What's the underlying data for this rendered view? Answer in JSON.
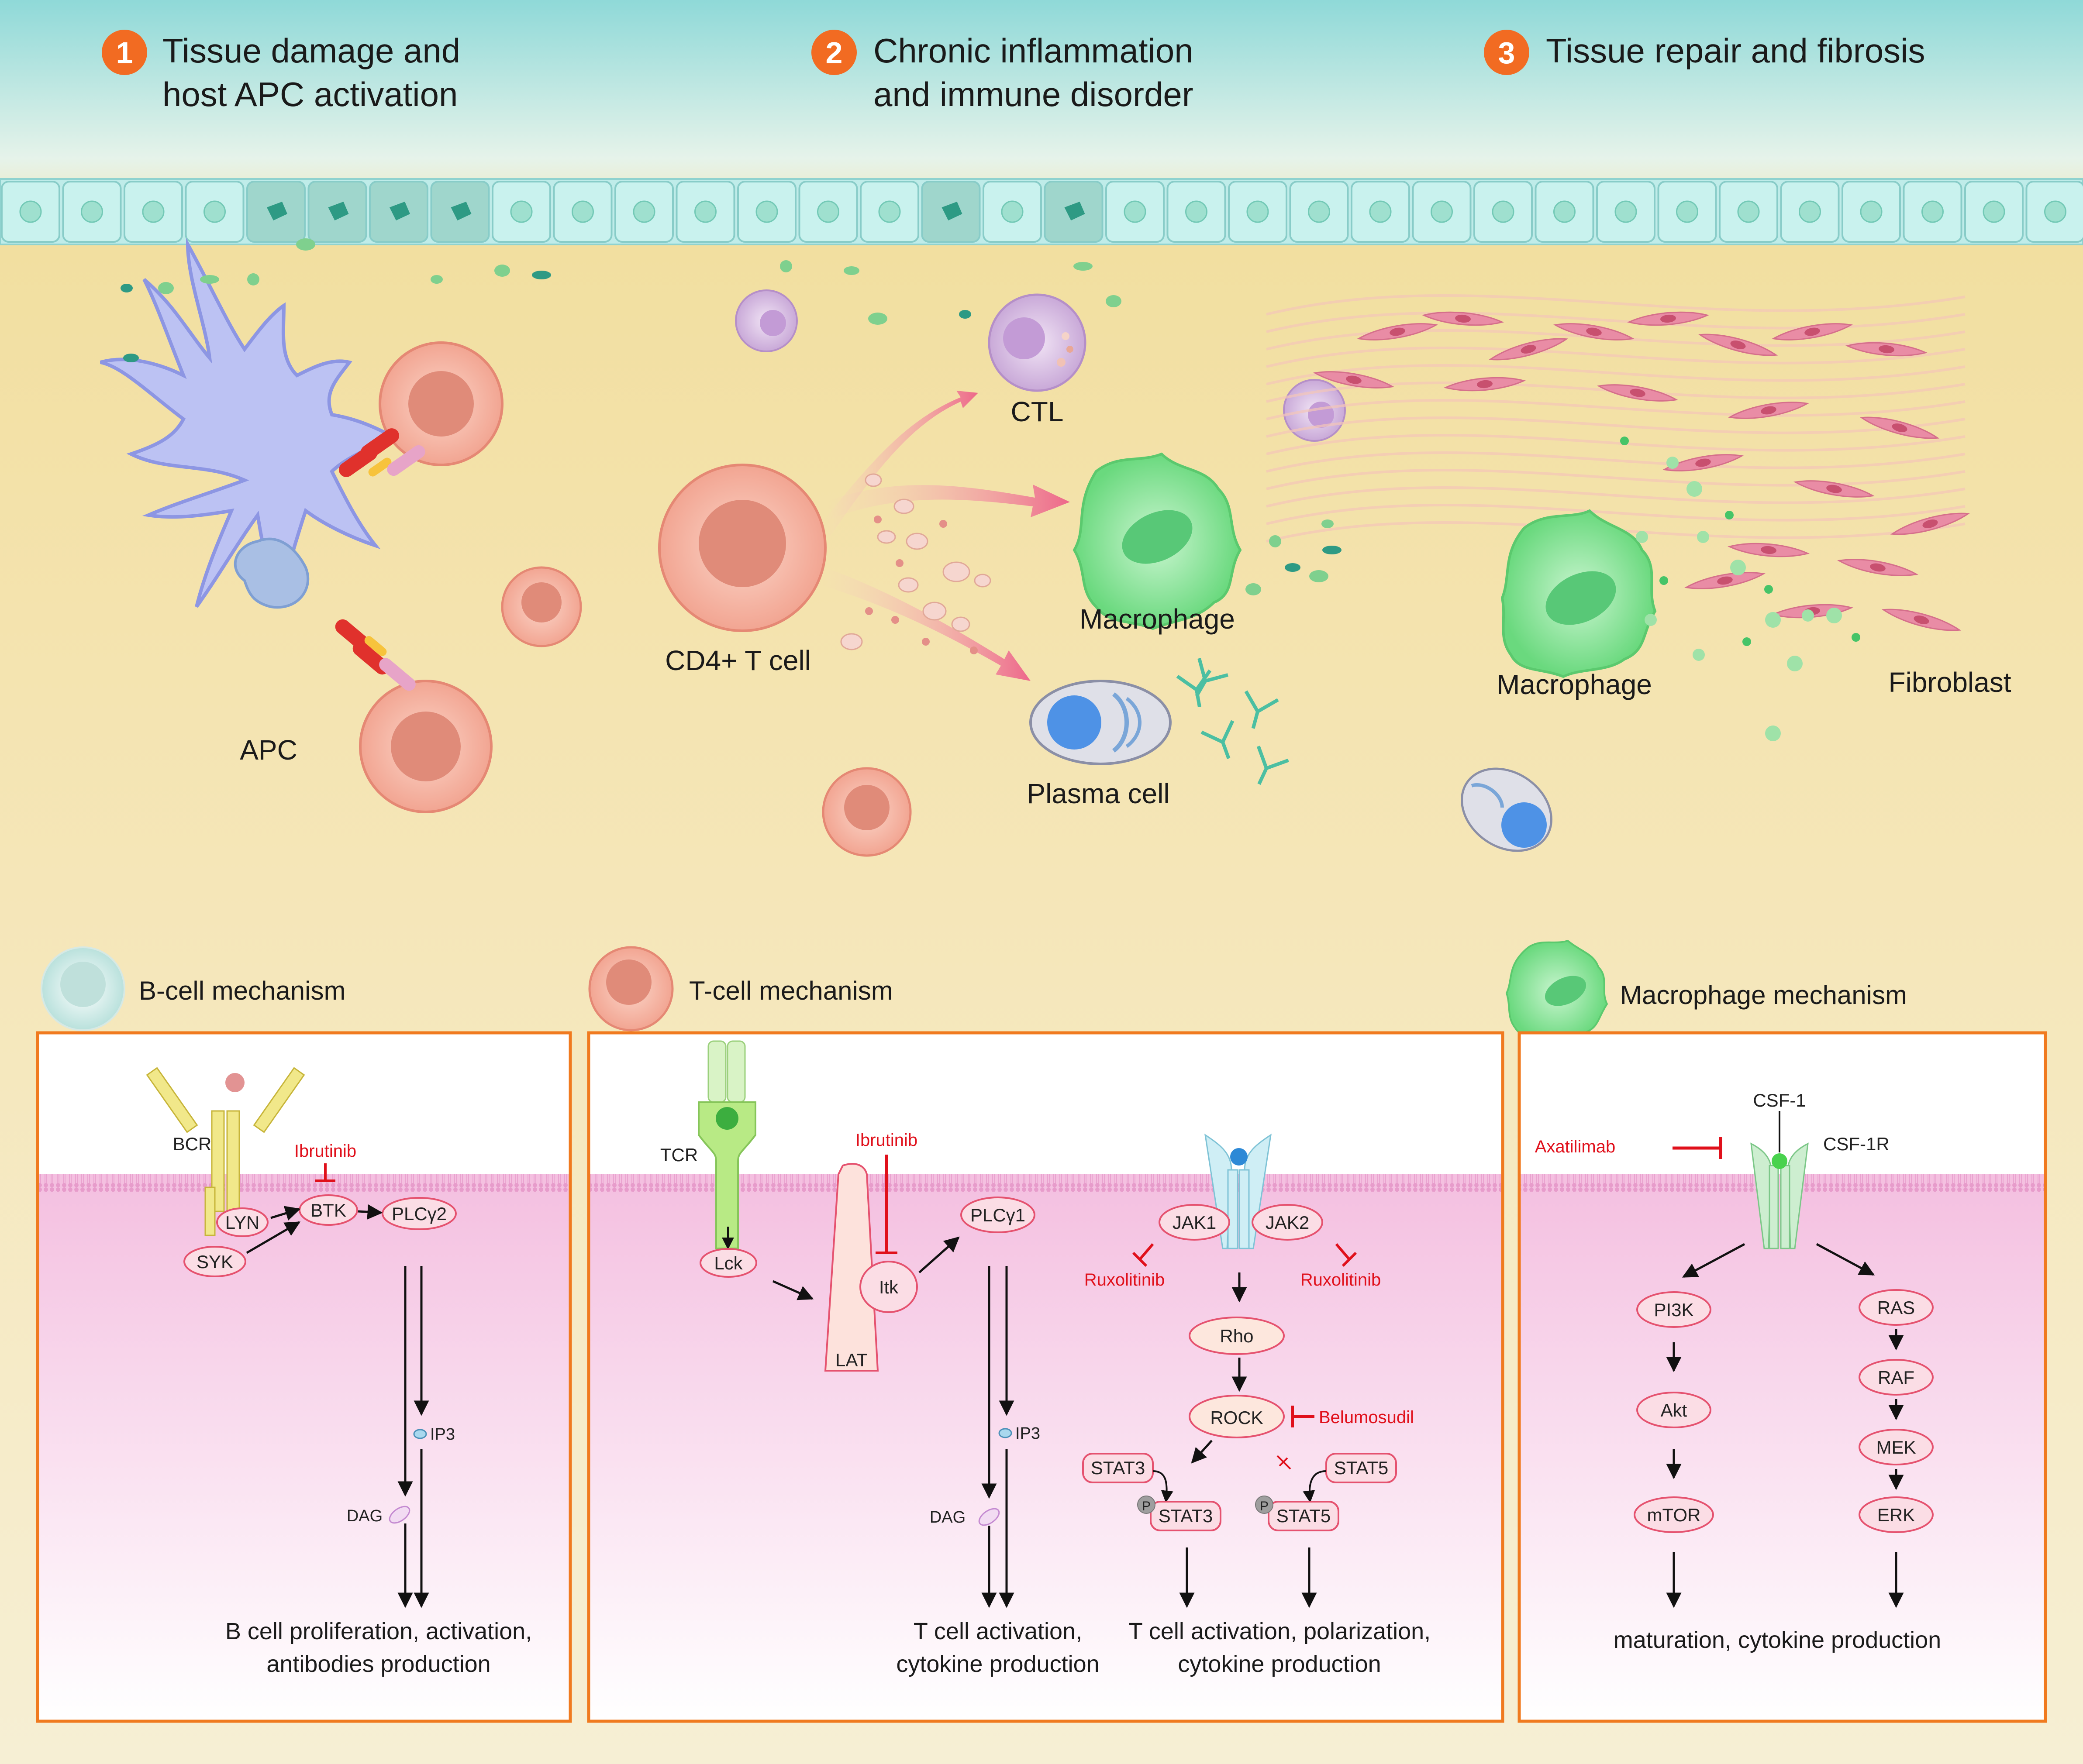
{
  "colors": {
    "accent_orange": "#f26b22",
    "panel_border": "#f07a1f",
    "inhibitor_red": "#e0101b",
    "background_top": "#aee3e1",
    "background_tissue": "#f3e2ad",
    "background_bottom": "#f5edd0"
  },
  "steps": [
    {
      "number": "1",
      "line1": "Tissue damage and",
      "line2": "host APC activation"
    },
    {
      "number": "2",
      "line1": "Chronic inflammation",
      "line2": "and immune disorder"
    },
    {
      "number": "3",
      "line1": "Tissue repair and fibrosis",
      "line2": ""
    }
  ],
  "cells": {
    "apc": "APC",
    "cd4": "CD4+ T cell",
    "ctl": "CTL",
    "macrophage_mid": "Macrophage",
    "plasma": "Plasma cell",
    "macrophage_right": "Macrophage",
    "fibroblast": "Fibroblast"
  },
  "b_mech": {
    "title": "B-cell mechanism",
    "bcr": "BCR",
    "drug": "Ibrutinib",
    "lyn": "LYN",
    "syk": "SYK",
    "btk": "BTK",
    "plcg2": "PLCγ2",
    "ip3": "IP3",
    "dag": "DAG",
    "outcome_line1": "B cell proliferation, activation,",
    "outcome_line2": "antibodies production"
  },
  "t_mech": {
    "title": "T-cell mechanism",
    "tcr": "TCR",
    "lck": "Lck",
    "lat": "LAT",
    "itk": "Itk",
    "drug_itk": "Ibrutinib",
    "plcg1": "PLCγ1",
    "ip3": "IP3",
    "dag": "DAG",
    "outcome1_line1": "T cell activation,",
    "outcome1_line2": "cytokine production",
    "jak1": "JAK1",
    "jak2": "JAK2",
    "drug_jak_left": "Ruxolitinib",
    "drug_jak_right": "Ruxolitinib",
    "rho": "Rho",
    "rock": "ROCK",
    "drug_rock": "Belumosudil",
    "stat3": "STAT3",
    "stat5": "STAT5",
    "p": "P",
    "outcome2_line1": "T cell activation, polarization,",
    "outcome2_line2": "cytokine production"
  },
  "m_mech": {
    "title": "Macrophage mechanism",
    "csf1": "CSF-1",
    "csf1r": "CSF-1R",
    "drug": "Axatilimab",
    "pi3k": "PI3K",
    "akt": "Akt",
    "mtor": "mTOR",
    "ras": "RAS",
    "raf": "RAF",
    "mek": "MEK",
    "erk": "ERK",
    "outcome": "maturation, cytokine production"
  }
}
